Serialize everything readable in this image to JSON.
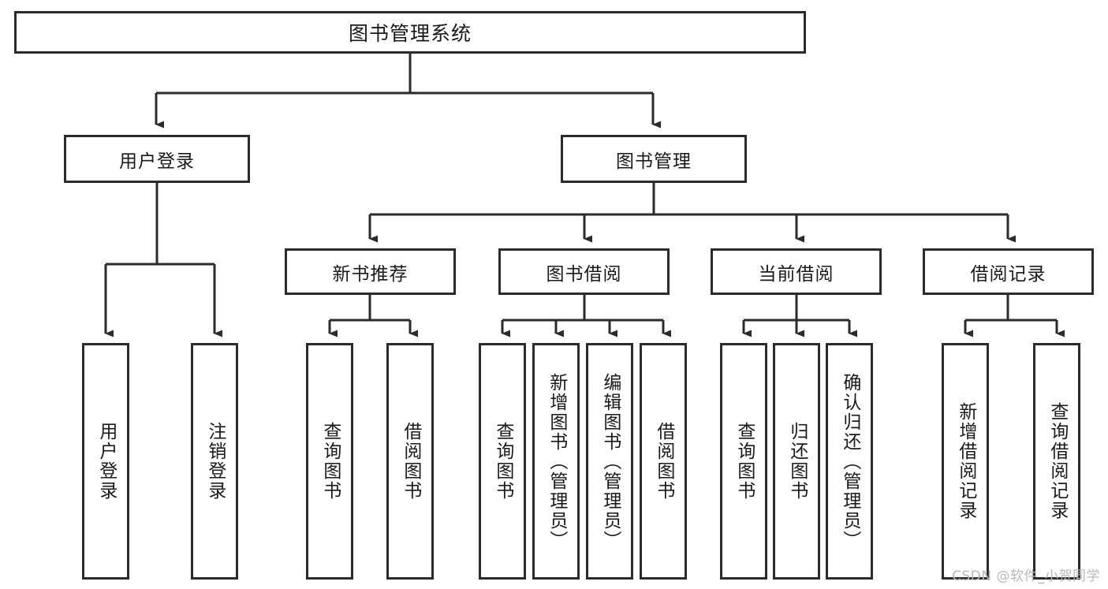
{
  "diagram": {
    "title": "图书管理系统",
    "type": "tree",
    "watermark": "CSDN @软件_小贺同学",
    "colors": {
      "stroke": "#2b2b2b",
      "fill": "#ffffff",
      "text": "#1a1a1a",
      "watermark": "#b9b9b9"
    },
    "nodes": {
      "root": {
        "label": "图书管理系统"
      },
      "level2": [
        {
          "id": "user-login",
          "label": "用户登录"
        },
        {
          "id": "book-manage",
          "label": "图书管理"
        }
      ],
      "level3": [
        {
          "id": "new-book-recommend",
          "label": "新书推荐"
        },
        {
          "id": "book-borrow",
          "label": "图书借阅"
        },
        {
          "id": "current-borrow",
          "label": "当前借阅"
        },
        {
          "id": "borrow-record",
          "label": "借阅记录"
        }
      ],
      "leaves": {
        "user-login": [
          {
            "id": "leaf-user-login",
            "label": "用户登录"
          },
          {
            "id": "leaf-user-logout",
            "label": "注销登录"
          }
        ],
        "new-book-recommend": [
          {
            "id": "leaf-query-book-1",
            "label": "查询图书"
          },
          {
            "id": "leaf-borrow-book-1",
            "label": "借阅图书"
          }
        ],
        "book-borrow": [
          {
            "id": "leaf-query-book-2",
            "label": "查询图书"
          },
          {
            "id": "leaf-add-book",
            "label": "新增图书（管理员）"
          },
          {
            "id": "leaf-edit-book",
            "label": "编辑图书（管理员）"
          },
          {
            "id": "leaf-borrow-book-2",
            "label": "借阅图书"
          }
        ],
        "current-borrow": [
          {
            "id": "leaf-query-book-3",
            "label": "查询图书"
          },
          {
            "id": "leaf-return-book",
            "label": "归还图书"
          },
          {
            "id": "leaf-confirm-return",
            "label": "确认归还（管理员）"
          }
        ],
        "borrow-record": [
          {
            "id": "leaf-add-record",
            "label": "新增借阅记录"
          },
          {
            "id": "leaf-query-record",
            "label": "查询借阅记录"
          }
        ]
      }
    }
  }
}
